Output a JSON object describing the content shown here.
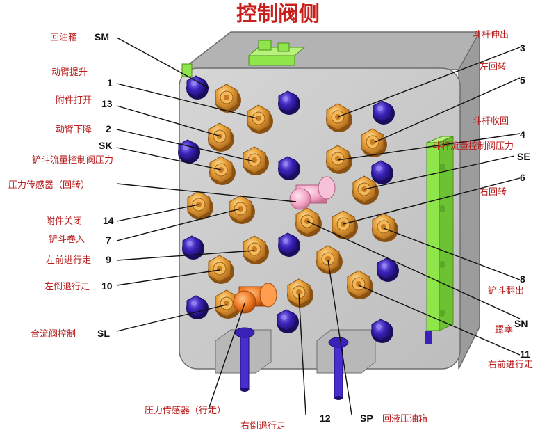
{
  "title": "控制阀侧",
  "colors": {
    "block_face": "#c9c9c9",
    "block_top": "#b3b3b3",
    "block_side": "#9c9c9c",
    "fitting_brass": "#e8a23a",
    "plug_blue": "#3a22b8",
    "pressure_sensor_pink": "#f2a6c6",
    "pressure_sensor_orange": "#f07a22",
    "bracket_green": "#8ee64a",
    "label_red": "#b81c1c"
  },
  "icons": [
    "brass-fitting-icon",
    "blue-plug-icon",
    "pressure-sensor-icon",
    "bolt-icon",
    "bracket-icon"
  ],
  "callouts": [
    {
      "id": "sm",
      "code": "SM",
      "label": "回油箱"
    },
    {
      "id": "1",
      "code": "1",
      "label": "动臂提升"
    },
    {
      "id": "13",
      "code": "13",
      "label": "附件打开"
    },
    {
      "id": "2",
      "code": "2",
      "label": "动臂下降"
    },
    {
      "id": "sk",
      "code": "SK",
      "label": "铲斗流量控制阀压力"
    },
    {
      "id": "ps-swing",
      "code": "",
      "label": "压力传感器（回转）"
    },
    {
      "id": "14",
      "code": "14",
      "label": "附件关闭"
    },
    {
      "id": "7",
      "code": "7",
      "label": "铲斗卷入"
    },
    {
      "id": "9",
      "code": "9",
      "label": "左前进行走"
    },
    {
      "id": "10",
      "code": "10",
      "label": "左倒退行走"
    },
    {
      "id": "sl",
      "code": "SL",
      "label": "合流阀控制"
    },
    {
      "id": "3",
      "code": "3",
      "label": "斗杆伸出"
    },
    {
      "id": "5",
      "code": "5",
      "label": "左回转"
    },
    {
      "id": "4",
      "code": "4",
      "label": "斗杆收回"
    },
    {
      "id": "se",
      "code": "SE",
      "label": "斗杆流量控制阀压力"
    },
    {
      "id": "8",
      "code": "8",
      "label": "铲斗翻出"
    },
    {
      "id": "6",
      "code": "6",
      "label": "右回转"
    },
    {
      "id": "sn",
      "code": "SN",
      "label": "螺塞"
    },
    {
      "id": "11",
      "code": "11",
      "label": "右前进行走"
    },
    {
      "id": "ps-travel",
      "code": "",
      "label": "压力传感器（行走）"
    },
    {
      "id": "12",
      "code": "12",
      "label": "右倒退行走"
    },
    {
      "id": "sp",
      "code": "SP",
      "label": "回液压油箱"
    }
  ]
}
